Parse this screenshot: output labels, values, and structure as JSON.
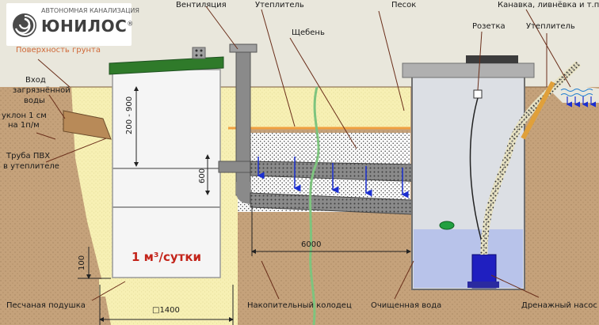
{
  "brand": {
    "tagline": "АВТОНОМНАЯ КАНАЛИЗАЦИЯ",
    "name": "ЮНИЛОС",
    "registered": "®"
  },
  "labels": {
    "ground_surface": "Поверхность грунта",
    "inlet_line1": "Вход",
    "inlet_line2": "загрязнённой",
    "inlet_line3": "воды",
    "slope_line1": "уклон 1 см",
    "slope_line2": "на 1п/м",
    "pipe_line1": "Труба ПВХ",
    "pipe_line2": "в утеплителе",
    "sand_cushion": "Песчаная подушка",
    "ventilation": "Вентиляция",
    "insulation_top": "Утеплитель",
    "gravel": "Щебень",
    "sand": "Песок",
    "socket": "Розетка",
    "insulation_right": "Утеплитель",
    "ditch": "Канавка, ливнёвка и т.п.",
    "storage_well": "Накопительный колодец",
    "clean_water": "Очищенная вода",
    "drain_pump": "Дренажный насос"
  },
  "dimensions": {
    "depth_range": "200 - 900",
    "pipe_gap": "600",
    "cushion": "100",
    "width": "□1400",
    "distance": "6000"
  },
  "capacity": "1 м³/сутки",
  "colors": {
    "soil": "#c5a27b",
    "sand_fill": "#f7f0b4",
    "gravel_fill": "#ffffff",
    "unit_body": "#f2f2f2",
    "unit_lid": "#2f7a2a",
    "pipe": "#8a8a8a",
    "well_body": "#d9dce2",
    "water": "#b8c3ea",
    "pump": "#1f1fc0",
    "hose": "#a08850",
    "capacity_text": "#c3241a",
    "flow_arrow": "#1b2fd0",
    "leader_line": "#6a2e1a"
  }
}
